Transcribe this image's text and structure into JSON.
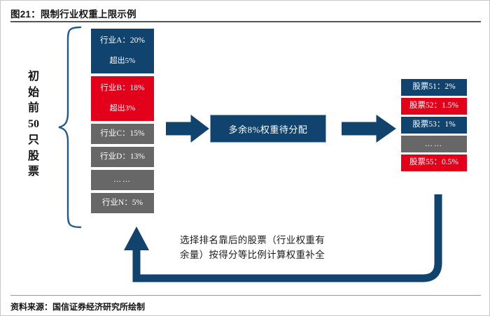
{
  "figure": {
    "title": "图21：限制行业权重上限示例",
    "source": "资料来源：国信证券经济研究所绘制"
  },
  "colors": {
    "navy": "#10436E",
    "red": "#E2001A",
    "gray": "#676767",
    "white": "#FFFFFF",
    "brace_stroke": "#1F5C8B",
    "title_rule": "#555555"
  },
  "left_group": {
    "bracket_label_chars": [
      "初",
      "始",
      "前",
      "50",
      "只",
      "股",
      "票"
    ],
    "bracket_label_text": "初始前50只股票",
    "items": [
      {
        "name": "行业A：20%",
        "overflow": "超出5%",
        "color": "navy",
        "tall": true
      },
      {
        "name": "行业B：18%",
        "overflow": "超出3%",
        "color": "red",
        "tall": true
      },
      {
        "name": "行业C：15%",
        "overflow": "",
        "color": "gray",
        "tall": false
      },
      {
        "name": "行业D：13%",
        "overflow": "",
        "color": "gray",
        "tall": false
      },
      {
        "name": "……",
        "overflow": "",
        "color": "gray",
        "tall": false
      },
      {
        "name": "行业N：5%",
        "overflow": "",
        "color": "gray",
        "tall": false
      }
    ]
  },
  "middle": {
    "box_label": "多余8%权重待分配"
  },
  "right_group": {
    "items": [
      {
        "name": "股票51：2%",
        "color": "navy"
      },
      {
        "name": "股票52：1.5%",
        "color": "red"
      },
      {
        "name": "股票53：1%",
        "color": "navy"
      },
      {
        "name": "……",
        "color": "gray"
      },
      {
        "name": "股票55：0.5%",
        "color": "red"
      }
    ]
  },
  "flow": {
    "arrow1_name": "arrow-right-1",
    "arrow2_name": "arrow-right-2",
    "loop_caption_line1": "选择排名靠后的股票（行业权重有",
    "loop_caption_line2": "余量）按得分等比例计算权重补全"
  }
}
